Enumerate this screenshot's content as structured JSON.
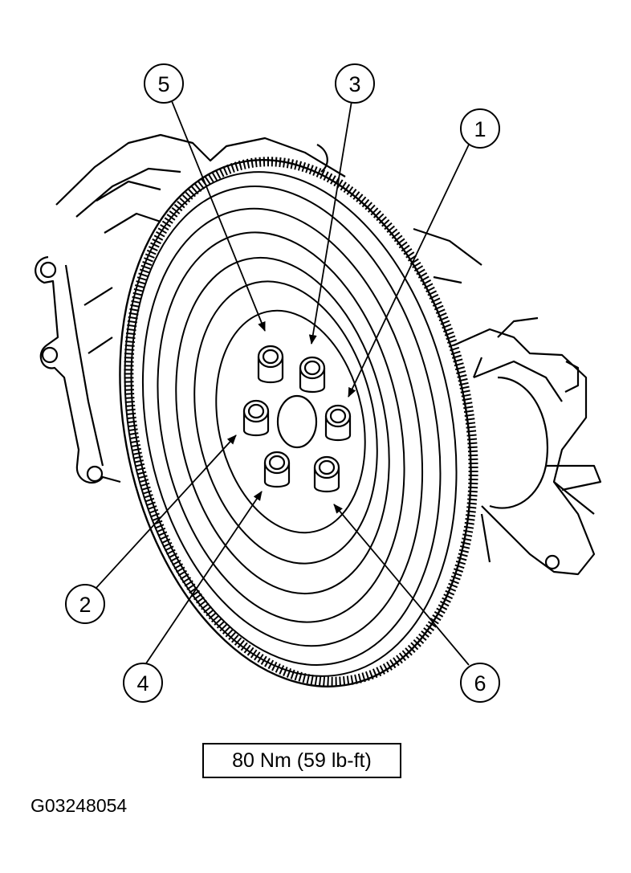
{
  "callouts": [
    "1",
    "2",
    "3",
    "4",
    "5",
    "6"
  ],
  "torque_spec": "80 Nm (59 lb-ft)",
  "figure_id": "G03248054",
  "colors": {
    "line": "#000000",
    "background": "#ffffff"
  }
}
